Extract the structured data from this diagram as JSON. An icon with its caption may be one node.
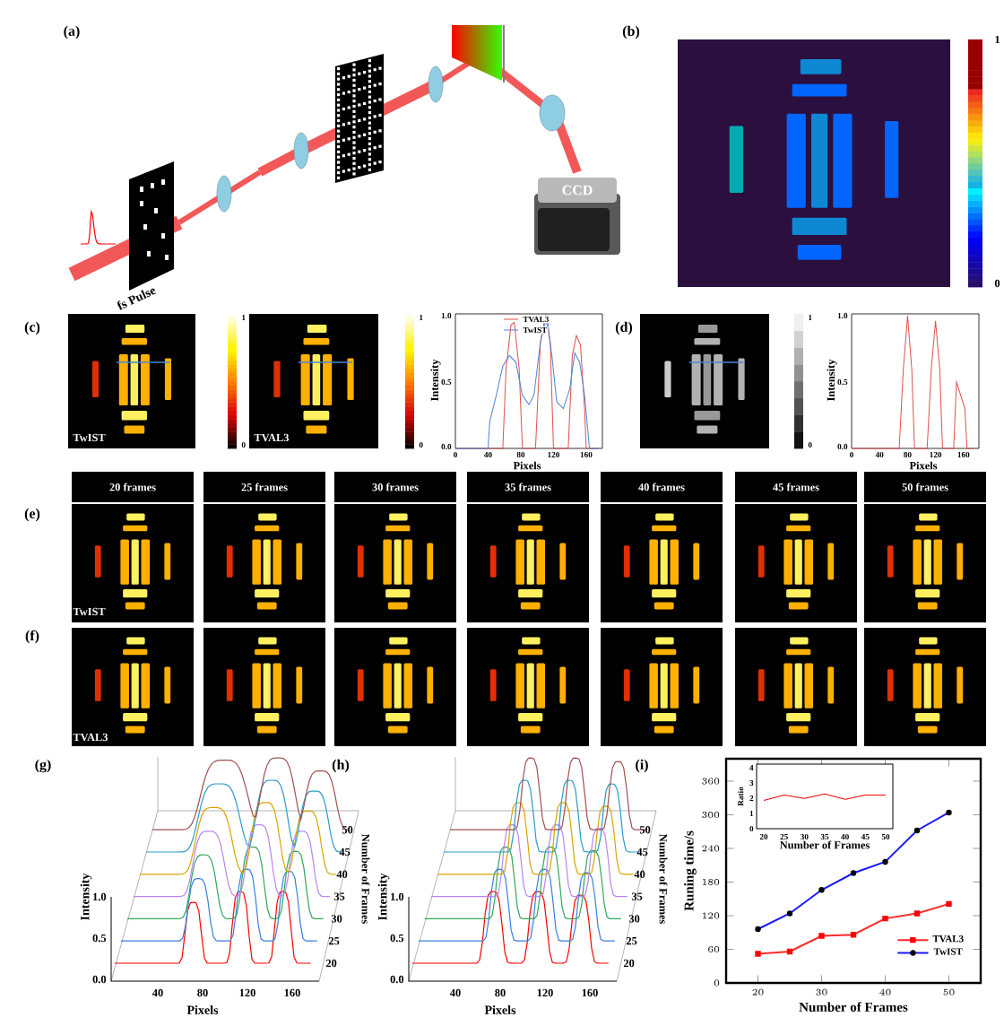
{
  "diagram": {
    "nodes": [
      {
        "text": [
          "CCD"
        ]
      }
    ],
    "labels": [
      "(a)",
      "fs Pulse",
      "(b)",
      "1",
      "0",
      "(c)",
      "1",
      "0",
      "TwIST",
      "1",
      "0",
      "TVAL3",
      "TVAL3",
      "TwIST",
      "1.0",
      "0.5",
      "0.0",
      "0",
      "40",
      "80",
      "120",
      "160",
      "Intensity",
      "Pixels",
      "(d)",
      "1",
      "0",
      "1.0",
      "0.5",
      "0.0",
      "0",
      "40",
      "80",
      "120",
      "160",
      "Intensity",
      "Pixels",
      "20 frames",
      "25 frames",
      "30 frames",
      "35 frames",
      "40 frames",
      "45 frames",
      "50 frames",
      "(e)",
      "TwIST",
      "(f)",
      "TVAL3",
      "(g)",
      "1.0",
      "0.5",
      "0.0",
      "40",
      "80",
      "120",
      "160",
      "Pixels",
      "Intensity",
      "20",
      "25",
      "30",
      "35",
      "40",
      "45",
      "50",
      "Number of Frames",
      "(h)",
      "1.0",
      "0.5",
      "0.0",
      "40",
      "80",
      "120",
      "160",
      "Pixels",
      "Intensity",
      "20",
      "25",
      "30",
      "35",
      "40",
      "45",
      "50",
      "Number of Frames",
      "(i)",
      "Ratio",
      "0",
      "1",
      "2",
      "3",
      "4",
      "20",
      "25",
      "30",
      "35",
      "40",
      "45",
      "50",
      "Number of Frames"
    ],
    "chart_data": {
      "type": "line",
      "xlabel": "Number of Frames",
      "ylabel": "Runing time/s",
      "x": [
        20,
        25,
        30,
        35,
        40,
        45,
        50
      ],
      "series": [
        {
          "name": "TVAL3",
          "color": "#ff2a2a",
          "marker": "square",
          "values": [
            52,
            56,
            84,
            86,
            115,
            124,
            141
          ]
        },
        {
          "name": "TwIST",
          "color": "#1a1aff",
          "marker": "circle",
          "values": [
            96,
            124,
            166,
            196,
            216,
            272,
            304
          ]
        }
      ],
      "legend": "lower right",
      "xlim": [
        15,
        55
      ],
      "ylim": [
        0,
        400
      ],
      "xticks": [
        20,
        30,
        40,
        50
      ],
      "yticks": [
        0,
        60,
        120,
        180,
        240,
        300,
        360
      ]
    }
  }
}
